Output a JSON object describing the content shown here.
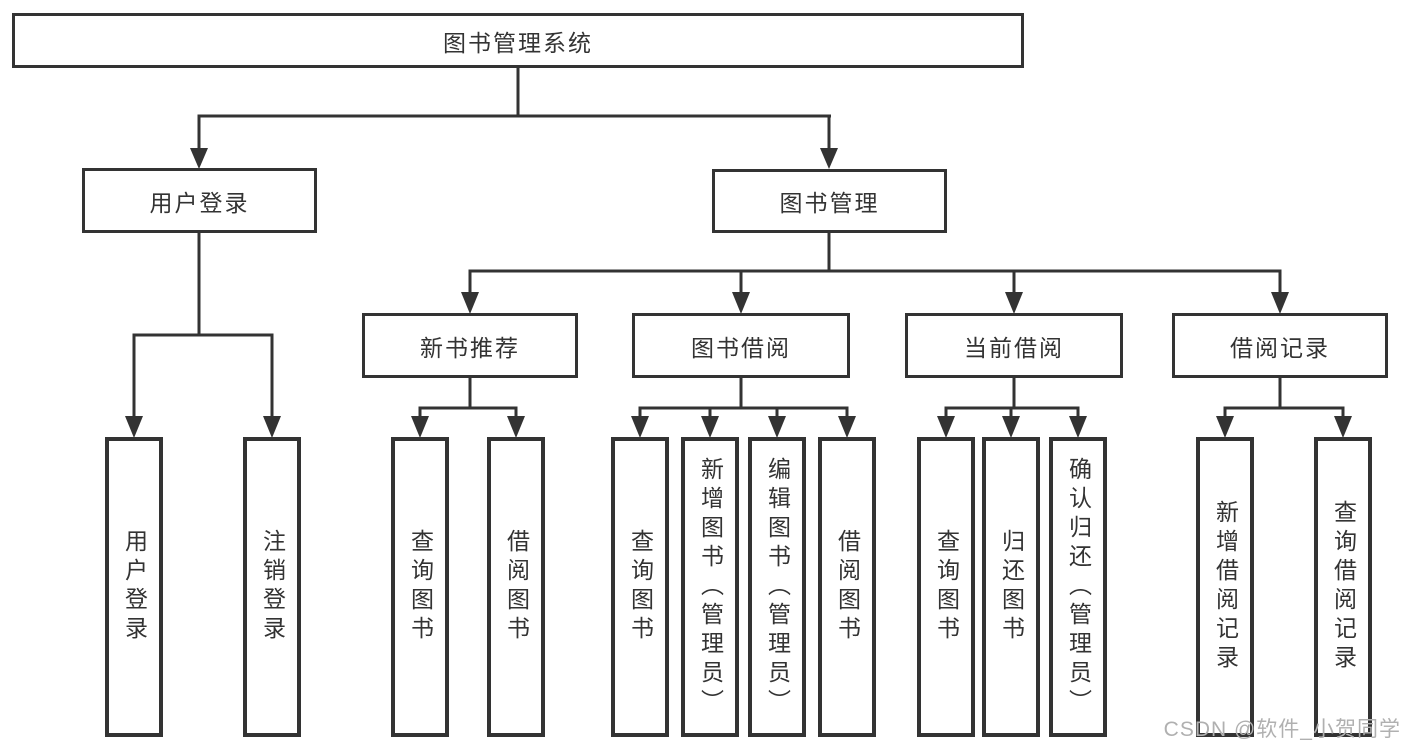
{
  "diagram": {
    "root": {
      "label": "图书管理系统",
      "children": [
        {
          "label": "用户登录",
          "children": [
            {
              "label": "用户登录"
            },
            {
              "label": "注销登录"
            }
          ]
        },
        {
          "label": "图书管理",
          "children": [
            {
              "label": "新书推荐",
              "children": [
                {
                  "label": "查询图书"
                },
                {
                  "label": "借阅图书"
                }
              ]
            },
            {
              "label": "图书借阅",
              "children": [
                {
                  "label": "查询图书"
                },
                {
                  "label": "新增图书（管理员）"
                },
                {
                  "label": "编辑图书（管理员）"
                },
                {
                  "label": "借阅图书"
                }
              ]
            },
            {
              "label": "当前借阅",
              "children": [
                {
                  "label": "查询图书"
                },
                {
                  "label": "归还图书"
                },
                {
                  "label": "确认归还（管理员）"
                }
              ]
            },
            {
              "label": "借阅记录",
              "children": [
                {
                  "label": "新增借阅记录"
                },
                {
                  "label": "查询借阅记录"
                }
              ]
            }
          ]
        }
      ]
    }
  },
  "watermark": {
    "text": "CSDN @软件_小贺同学"
  },
  "colors": {
    "line": "#333333",
    "box_border": "#333333",
    "text": "#333333",
    "background": "#ffffff",
    "watermark": "#b0b0b0"
  }
}
